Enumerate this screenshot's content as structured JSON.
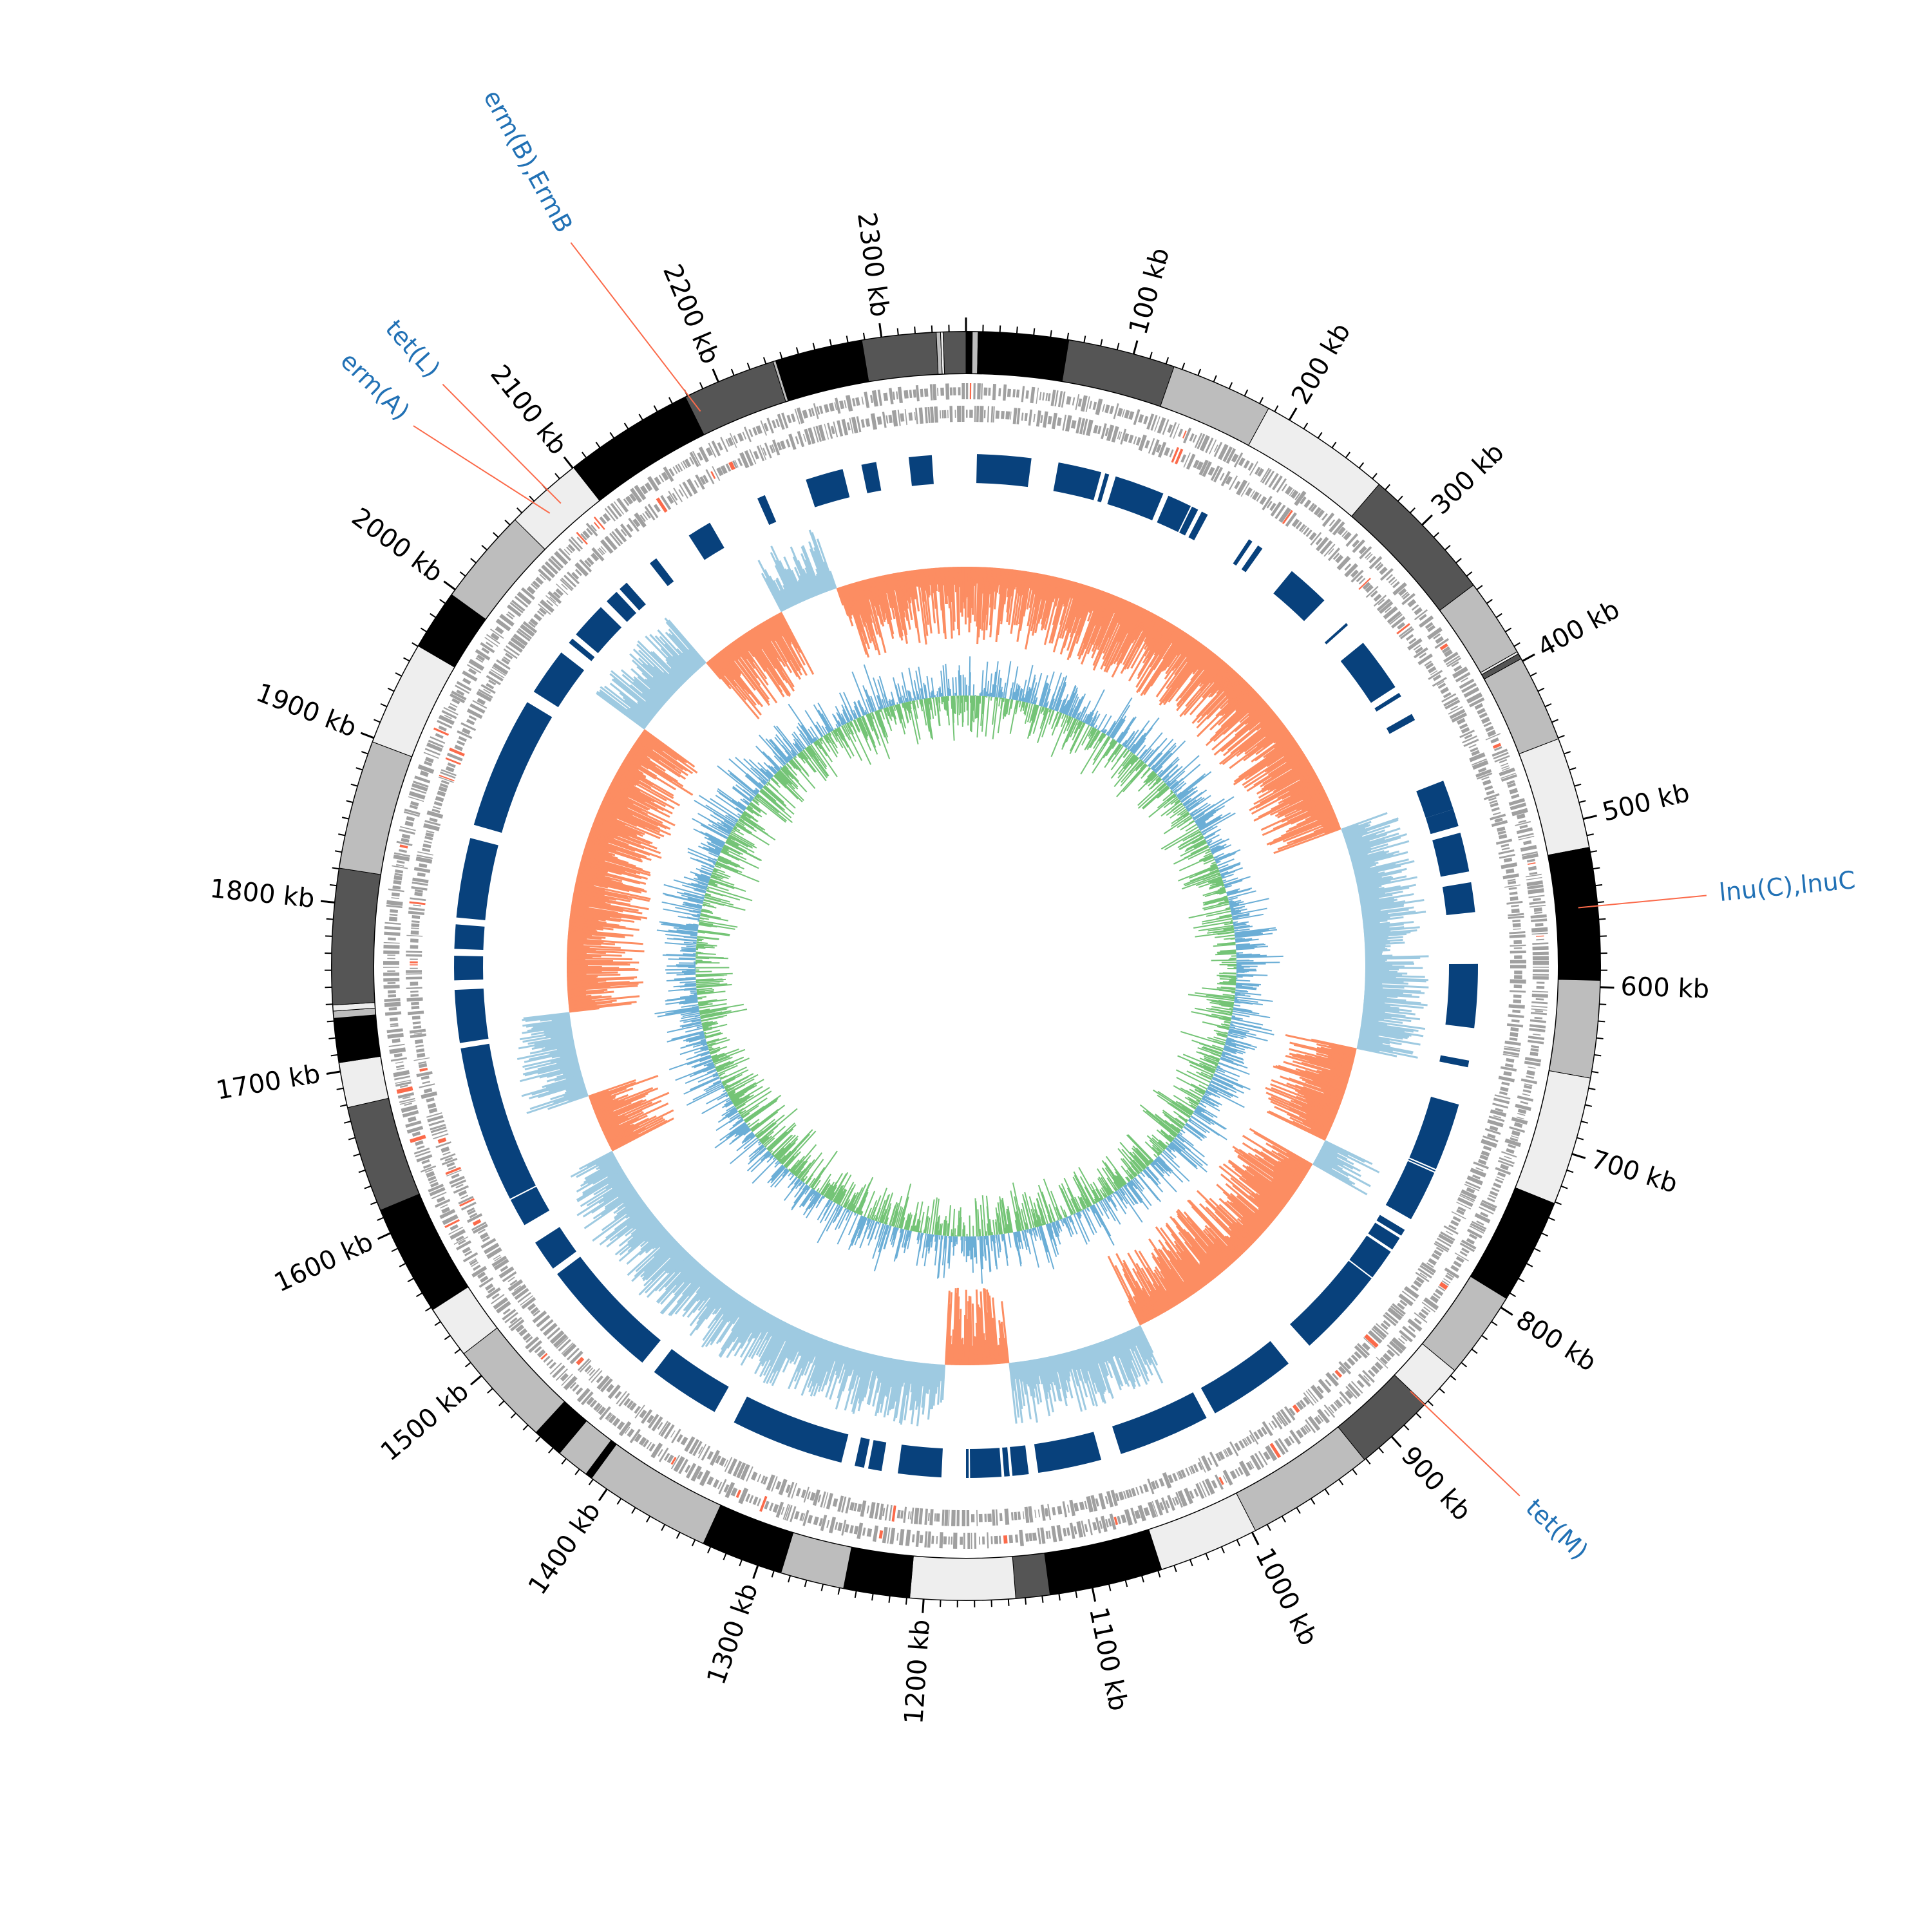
{
  "genome": {
    "length_kb": 2350,
    "unit": "kb"
  },
  "colors": {
    "contig_shades": [
      "#000000",
      "#555555",
      "#bdbdbd",
      "#eeeeee"
    ],
    "cds": "#a0a0a0",
    "cds_highlight": "#fb6a4a",
    "blast_hits": "#08417c",
    "gc_content_positive": "#fc8d62",
    "gc_content_negative": "#9ecae1",
    "gc_skew_positive": "#6baed6",
    "gc_skew_negative": "#74c476",
    "gene_label": "#2171b5",
    "gene_leader": "#fb6a4a"
  },
  "ticks": {
    "major_step_kb": 100,
    "minor_step_kb": 10,
    "labels": [
      {
        "kb": 100,
        "label": "100 kb"
      },
      {
        "kb": 200,
        "label": "200 kb"
      },
      {
        "kb": 300,
        "label": "300 kb"
      },
      {
        "kb": 400,
        "label": "400 kb"
      },
      {
        "kb": 500,
        "label": "500 kb"
      },
      {
        "kb": 600,
        "label": "600 kb"
      },
      {
        "kb": 700,
        "label": "700 kb"
      },
      {
        "kb": 800,
        "label": "800 kb"
      },
      {
        "kb": 900,
        "label": "900 kb"
      },
      {
        "kb": 1000,
        "label": "1000 kb"
      },
      {
        "kb": 1100,
        "label": "1100 kb"
      },
      {
        "kb": 1200,
        "label": "1200 kb"
      },
      {
        "kb": 1300,
        "label": "1300 kb"
      },
      {
        "kb": 1400,
        "label": "1400 kb"
      },
      {
        "kb": 1500,
        "label": "1500 kb"
      },
      {
        "kb": 1600,
        "label": "1600 kb"
      },
      {
        "kb": 1700,
        "label": "1700 kb"
      },
      {
        "kb": 1800,
        "label": "1800 kb"
      },
      {
        "kb": 1900,
        "label": "1900 kb"
      },
      {
        "kb": 2000,
        "label": "2000 kb"
      },
      {
        "kb": 2100,
        "label": "2100 kb"
      },
      {
        "kb": 2200,
        "label": "2200 kb"
      },
      {
        "kb": 2300,
        "label": "2300 kb"
      }
    ]
  },
  "annotated_genes": [
    {
      "name": "lnu(C),lnuC",
      "kb": 552
    },
    {
      "name": "tet(M)",
      "kb": 873
    },
    {
      "name": "erm(A)",
      "kb": 2072
    },
    {
      "name": "tet(L)",
      "kb": 2081
    },
    {
      "name": "erm(B),ErmB",
      "kb": 2183
    }
  ],
  "blast_hit_segments_kb": [
    [
      8,
      48
    ],
    [
      68,
      100
    ],
    [
      103,
      106
    ],
    [
      111,
      148
    ],
    [
      152,
      170
    ],
    [
      171,
      176
    ],
    [
      179,
      184
    ],
    [
      219,
      222
    ],
    [
      227,
      231
    ],
    [
      258,
      290
    ],
    [
      313,
      315
    ],
    [
      332,
      372
    ],
    [
      377,
      380
    ],
    [
      395,
      400
    ],
    [
      449,
      471
    ],
    [
      471,
      484
    ],
    [
      489,
      518
    ],
    [
      526,
      548
    ],
    [
      586,
      633
    ],
    [
      657,
      662
    ],
    [
      690,
      740
    ],
    [
      741,
      742
    ],
    [
      743,
      781
    ],
    [
      790,
      795
    ],
    [
      797,
      807
    ],
    [
      809,
      832
    ],
    [
      833,
      900
    ],
    [
      920,
      985
    ],
    [
      992,
      1060
    ],
    [
      1075,
      1122
    ],
    [
      1129,
      1141
    ],
    [
      1143,
      1147
    ],
    [
      1149,
      1172
    ],
    [
      1173,
      1175
    ],
    [
      1193,
      1225
    ],
    [
      1237,
      1247
    ],
    [
      1250,
      1257
    ],
    [
      1267,
      1351
    ],
    [
      1367,
      1420
    ],
    [
      1431,
      1521
    ],
    [
      1526,
      1549
    ],
    [
      1564,
      1585
    ],
    [
      1586,
      1702
    ],
    [
      1706,
      1745
    ],
    [
      1752,
      1770
    ],
    [
      1775,
      1793
    ],
    [
      1798,
      1857
    ],
    [
      1867,
      1965
    ],
    [
      1974,
      2009
    ],
    [
      2018,
      2022
    ],
    [
      2026,
      2053
    ],
    [
      2059,
      2069
    ],
    [
      2072,
      2079
    ],
    [
      2101,
      2107
    ],
    [
      2136,
      2154
    ],
    [
      2193,
      2199
    ],
    [
      2231,
      2259
    ],
    [
      2273,
      2284
    ],
    [
      2308,
      2325
    ]
  ]
}
